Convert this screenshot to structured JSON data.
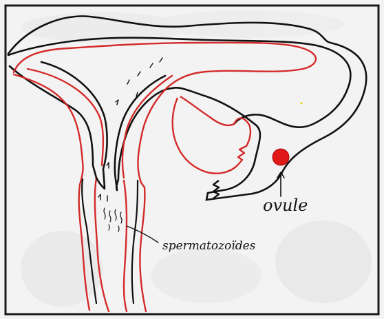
{
  "labels": {
    "ovum": "ovule",
    "sperm": "spermatozoïdes"
  },
  "colors": {
    "outline": "#111111",
    "inner_wall": "#d42a2a",
    "ovum_fill": "#e01818",
    "background": "#f3f3f3",
    "frame": "#1a1a1a"
  },
  "icons": {
    "ovum": "red-circle",
    "sperm_motion": "upward-arrow-marks"
  }
}
